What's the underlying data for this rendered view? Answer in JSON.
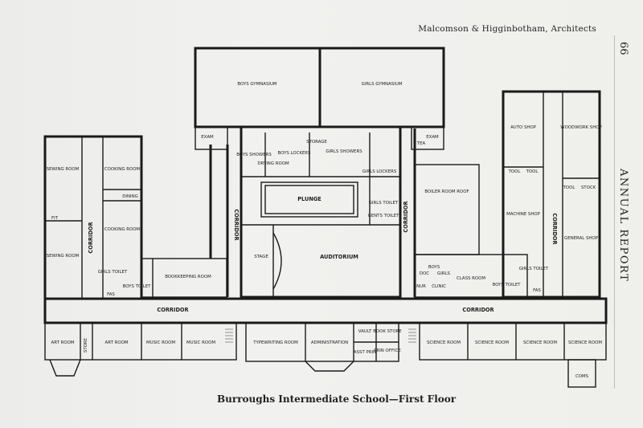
{
  "header": "Malcomson & Higginbotham, Architects",
  "page_number": "66",
  "sidebar_title": "ANNUAL REPORT",
  "caption": "Burroughs Intermediate School—First Floor",
  "rooms": {
    "boys_gym": "BOYS GYMNASIUM",
    "girls_gym": "GIRLS GYMNASIUM",
    "exam_left": "EXAM",
    "exam_right": "EXAM",
    "boys_showers": "BOYS SHOWERS",
    "drying_room": "DRYING ROOM",
    "boys_lockers": "BOYS LOCKERS",
    "storage": "STORAGE",
    "girls_showers": "GIRLS SHOWERS",
    "girls_lockers": "GIRLS LOCKERS",
    "plunge": "PLUNGE",
    "girls_toilet_mid": "GIRLS TOILET",
    "gents_toilet": "GENTS TOILET",
    "boiler_room": "BOILER ROOM ROOF",
    "stage": "STAGE",
    "auditorium": "AUDITORIUM",
    "sewing_1": "SEWING ROOM",
    "cooking_1": "COOKING ROOM",
    "dining": "DINING",
    "cooking_2": "COOKING ROOM",
    "fit": "FIT",
    "sewing_2": "SEWING ROOM",
    "corridor_left": "CORRIDOR",
    "corridor_mid_left": "CORRIDOR",
    "corridor_mid": "CORRIDOR",
    "corridor_right": "CORRIDOR",
    "girls_toilet_left": "GIRLS TOILET",
    "fas_left": "FAS",
    "boys_toilet_left": "BOYS TOILET",
    "bookkeeping": "BOOKKEEPING ROOM",
    "corridor_main_left": "CORRIDOR",
    "corridor_main_right": "CORRIDOR",
    "art_1": "ART ROOM",
    "store_1": "STORE",
    "art_2": "ART ROOM",
    "music_1": "MUSIC ROOM",
    "music_2": "MUSIC ROOM",
    "typewriting": "TYPEWRITING ROOM",
    "administration": "ADMINISTRATION",
    "vault": "VAULT",
    "book_store": "BOOK STORE",
    "asst_prin": "ASST PRIN",
    "prin_office": "PRIN OFFICE",
    "science_1": "SCIENCE ROOM",
    "science_2": "SCIENCE ROOM",
    "science_3": "SCIENCE ROOM",
    "science_4": "SCIENCE ROOM",
    "coms": "COMS",
    "auto_shop": "AUTO SHOP",
    "woodwork_shop": "WOODWORK SHOP",
    "tool_1": "TOOL",
    "tool_2": "TOOL",
    "tool_3": "TOOL",
    "stock": "STOCK",
    "machine_shop": "MACHINE SHOP",
    "general_shop": "GENERAL SHOP",
    "clinic": "CLINIC",
    "class_room": "CLASS ROOM",
    "boys_toilet_right": "BOYS TOILET",
    "girls_toilet_right": "GIRLS TOILET",
    "fas_right": "FAS",
    "boys_clo": "BOYS",
    "girls_clo": "GIRLS",
    "doc": "DOC",
    "nur": "NUR",
    "tea": "TEA"
  }
}
